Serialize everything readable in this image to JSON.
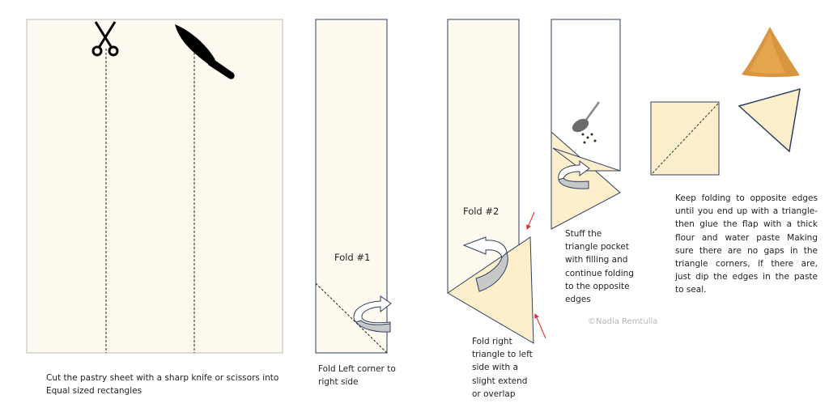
{
  "step1": {
    "caption_lines": [
      "Cut the pastry sheet with a sharp knife or scissors into",
      "Equal sized rectangles"
    ]
  },
  "step2": {
    "label": "Fold #1",
    "caption_lines": [
      "Fold Left corner to",
      "right side"
    ]
  },
  "step3": {
    "label": "Fold #2",
    "caption_lines": [
      "Fold right",
      "triangle to left",
      "side with a",
      "slight extend",
      "or overlap"
    ]
  },
  "step4": {
    "caption_lines": [
      "Stuff the",
      "triangle pocket",
      "with filling and",
      "continue folding",
      "to the opposite",
      "edges"
    ]
  },
  "step5": {
    "caption_lines": [
      "Keep folding to opposite edges",
      "until you end up with a triangle-",
      "then glue the flap with a thick",
      "flour and water paste Making",
      "sure there are no gaps in the",
      "triangle corners, if there are,",
      "just dip the edges in the paste",
      "to seal."
    ]
  },
  "watermark": "©Nadia Remtulla",
  "colors": {
    "pastry": "#fefaf0",
    "fill": "#fdefcc",
    "stroke": "#2f3f5f",
    "arrow_red": "#e8262a"
  }
}
